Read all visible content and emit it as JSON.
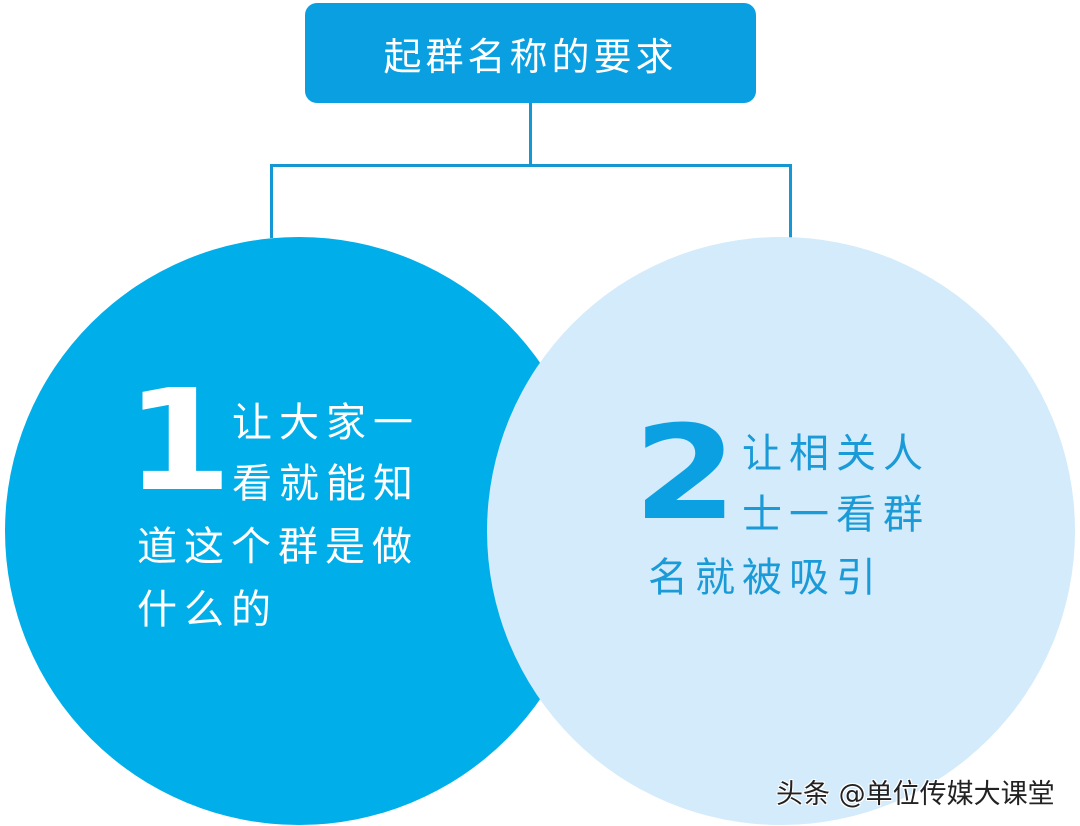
{
  "title": "起群名称的要求",
  "colors": {
    "title_bg": "#0a9fe0",
    "connector": "#1597d4",
    "circle_1": "#00aeea",
    "circle_2": "#d3ebfa",
    "circle_2_text": "#1b9ad8"
  },
  "items": [
    {
      "number": "1",
      "lines": [
        "让大家一",
        "看就能知",
        "道这个群是做",
        "什么的"
      ]
    },
    {
      "number": "2",
      "lines": [
        "让相关人",
        "士一看群",
        "名就被吸引"
      ]
    }
  ],
  "watermark": "头条 @单位传媒大课堂"
}
